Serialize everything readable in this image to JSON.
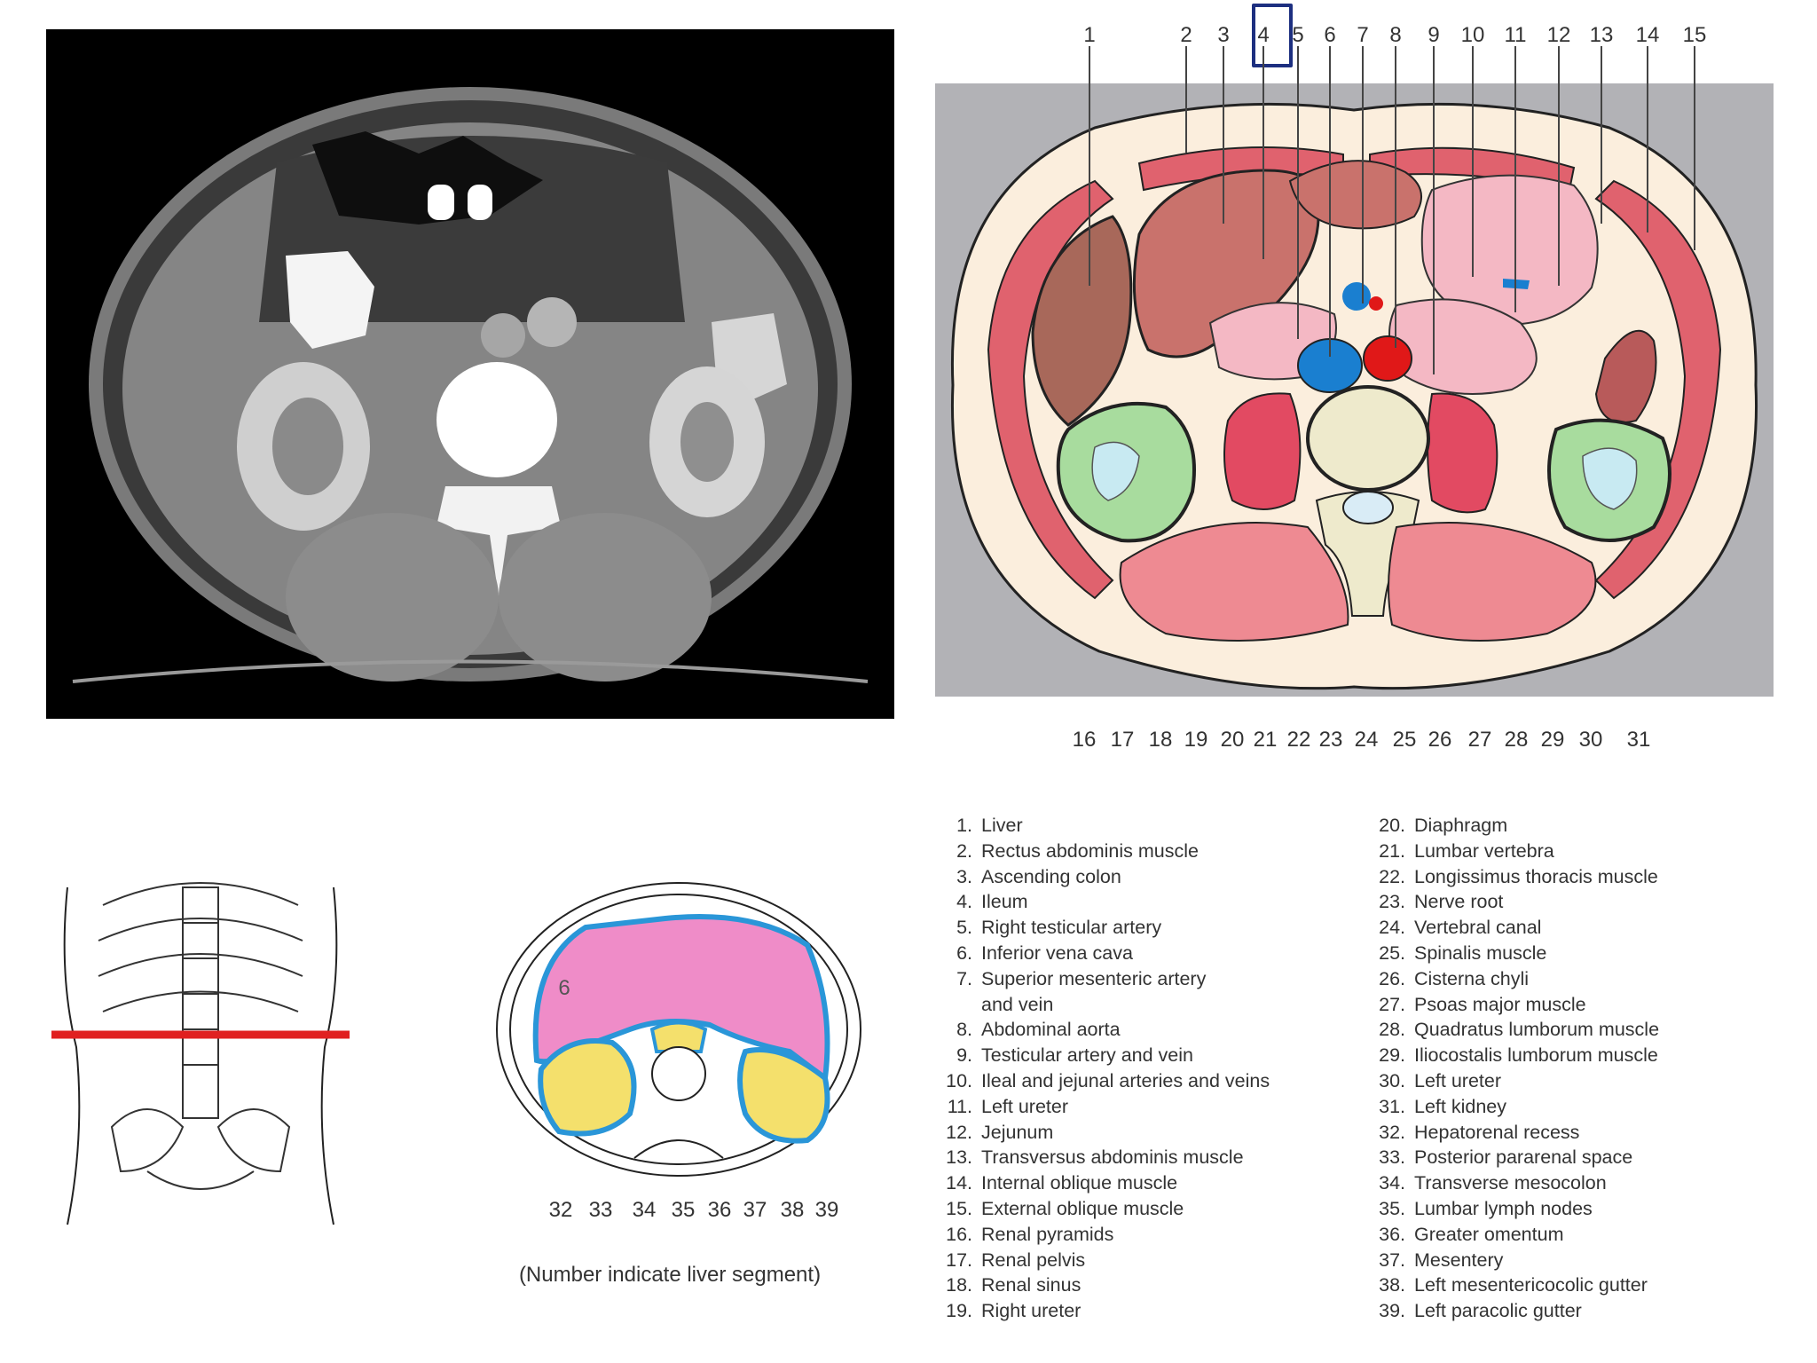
{
  "diagram_top_numbers": [
    "1",
    "2",
    "3",
    "4",
    "5",
    "6",
    "7",
    "8",
    "9",
    "10",
    "11",
    "12",
    "13",
    "14",
    "15"
  ],
  "diagram_bottom_numbers": [
    "16",
    "17",
    "18",
    "19",
    "20",
    "21",
    "22",
    "23",
    "24",
    "25",
    "26",
    "27",
    "28",
    "29",
    "30",
    "31"
  ],
  "mini_numbers": [
    "32",
    "33",
    "34",
    "35",
    "36",
    "37",
    "38",
    "39"
  ],
  "mini_segment_label": "6",
  "mini_caption": "(Number indicate liver segment)",
  "legend_left": [
    {
      "n": "1.",
      "t": "Liver"
    },
    {
      "n": "2.",
      "t": "Rectus abdominis muscle"
    },
    {
      "n": "3.",
      "t": "Ascending colon"
    },
    {
      "n": "4.",
      "t": "Ileum"
    },
    {
      "n": "5.",
      "t": "Right testicular artery"
    },
    {
      "n": "6.",
      "t": "Inferior vena cava"
    },
    {
      "n": "7.",
      "t": "Superior mesenteric artery"
    },
    {
      "n": "",
      "t": "and vein"
    },
    {
      "n": "8.",
      "t": "Abdominal aorta"
    },
    {
      "n": "9.",
      "t": "Testicular artery and vein"
    },
    {
      "n": "10.",
      "t": "Ileal and jejunal arteries and veins"
    },
    {
      "n": "11.",
      "t": "Left ureter"
    },
    {
      "n": "12.",
      "t": "Jejunum"
    },
    {
      "n": "13.",
      "t": "Transversus abdominis muscle"
    },
    {
      "n": "14.",
      "t": "Internal oblique muscle"
    },
    {
      "n": "15.",
      "t": "External oblique muscle"
    },
    {
      "n": "16.",
      "t": "Renal pyramids"
    },
    {
      "n": "17.",
      "t": "Renal pelvis"
    },
    {
      "n": "18.",
      "t": "Renal sinus"
    },
    {
      "n": "19.",
      "t": "Right ureter"
    }
  ],
  "legend_right": [
    {
      "n": "20.",
      "t": "Diaphragm"
    },
    {
      "n": "21.",
      "t": "Lumbar vertebra"
    },
    {
      "n": "22.",
      "t": "Longissimus thoracis muscle"
    },
    {
      "n": "23.",
      "t": "Nerve root"
    },
    {
      "n": "24.",
      "t": "Vertebral canal"
    },
    {
      "n": "25.",
      "t": "Spinalis muscle"
    },
    {
      "n": "26.",
      "t": "Cisterna chyli"
    },
    {
      "n": "27.",
      "t": "Psoas major muscle"
    },
    {
      "n": "28.",
      "t": "Quadratus lumborum muscle"
    },
    {
      "n": "29.",
      "t": "Iliocostalis lumborum muscle"
    },
    {
      "n": "30.",
      "t": "Left ureter"
    },
    {
      "n": "31.",
      "t": "Left kidney"
    },
    {
      "n": "32.",
      "t": "Hepatorenal recess"
    },
    {
      "n": "33.",
      "t": "Posterior pararenal space"
    },
    {
      "n": "34.",
      "t": "Transverse mesocolon"
    },
    {
      "n": "35.",
      "t": "Lumbar lymph nodes"
    },
    {
      "n": "36.",
      "t": "Greater omentum"
    },
    {
      "n": "37.",
      "t": "Mesentery"
    },
    {
      "n": "38.",
      "t": "Left mesentericocolic gutter"
    },
    {
      "n": "39.",
      "t": "Left paracolic gutter"
    }
  ],
  "colors": {
    "muscle": "#e0626e",
    "liver": "#a8685a",
    "colon": "#c9726c",
    "kidney": "#a8dc9e",
    "ivc": "#1a7fd0",
    "aorta": "#e01818",
    "jejunum": "#f4b8c4",
    "fat": "#fbeedd",
    "background": "#b2b2b6",
    "highlight": "#1d2f80",
    "marker_line": "#e02020",
    "mini_pink": "#ef8cc8",
    "mini_yellow": "#f4e06c",
    "mini_border": "#2a96d8"
  }
}
